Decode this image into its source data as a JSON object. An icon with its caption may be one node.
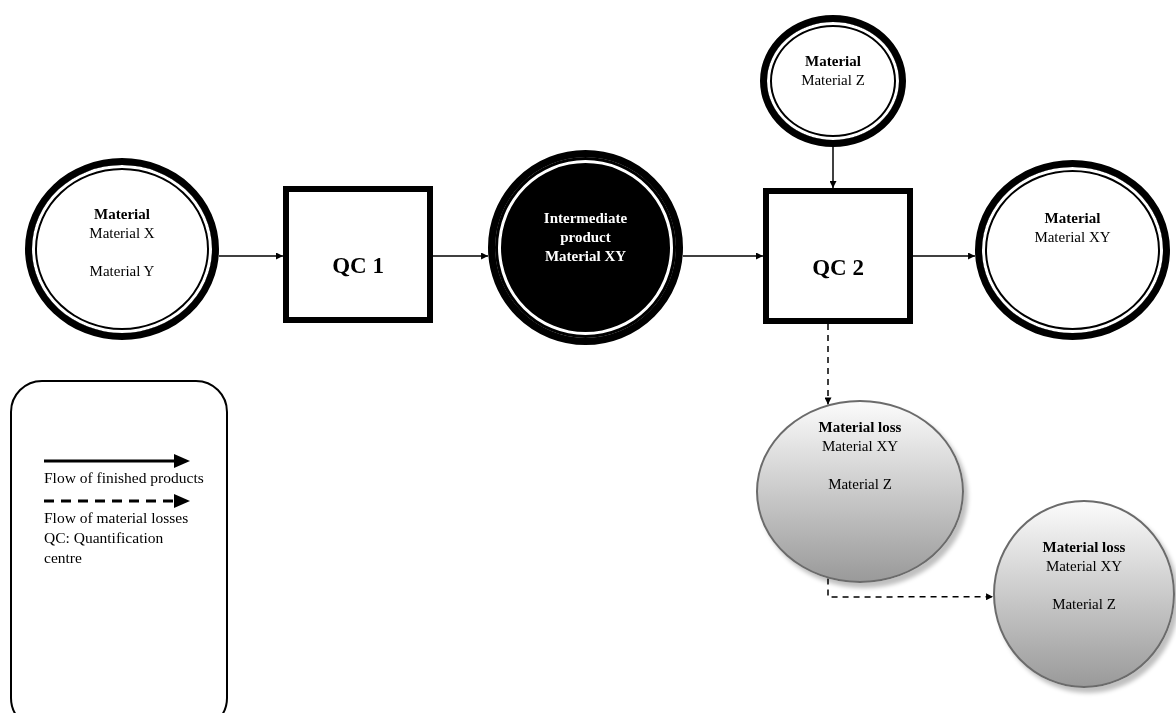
{
  "diagram": {
    "nodes": [
      {
        "text": [
          "Material",
          "Material X",
          "Material Y"
        ]
      },
      {
        "text": [
          "QC 1"
        ]
      },
      {
        "text": [
          "Intermediate product Material XY"
        ]
      },
      {
        "text": [
          "Material",
          "Material Z"
        ]
      },
      {
        "text": [
          "QC 2"
        ]
      },
      {
        "text": [
          "Material",
          "Material XY"
        ]
      },
      {
        "text": [
          "Material loss",
          "Material XY",
          "Material Z"
        ]
      },
      {
        "text": [
          "Material loss",
          "Material XY",
          "Material Z"
        ]
      }
    ],
    "edges": [
      {
        "from": 0,
        "to": 1,
        "arrow": "to"
      },
      {
        "from": 1,
        "to": 2,
        "arrow": "to"
      },
      {
        "from": 2,
        "to": 4,
        "arrow": "to"
      },
      {
        "from": 3,
        "to": 4,
        "arrow": "to"
      },
      {
        "from": 4,
        "to": 5,
        "arrow": "to"
      },
      {
        "from": 4,
        "to": 6,
        "arrow": "to",
        "style": "dashed"
      },
      {
        "from": 6,
        "to": 7,
        "arrow": "to",
        "style": "dashed"
      }
    ],
    "labels": [
      "QC: Quantification centre"
    ],
    "legend": [
      {
        "text": "Flow of finished products"
      },
      {
        "text": "Flow of material losses"
      }
    ]
  }
}
